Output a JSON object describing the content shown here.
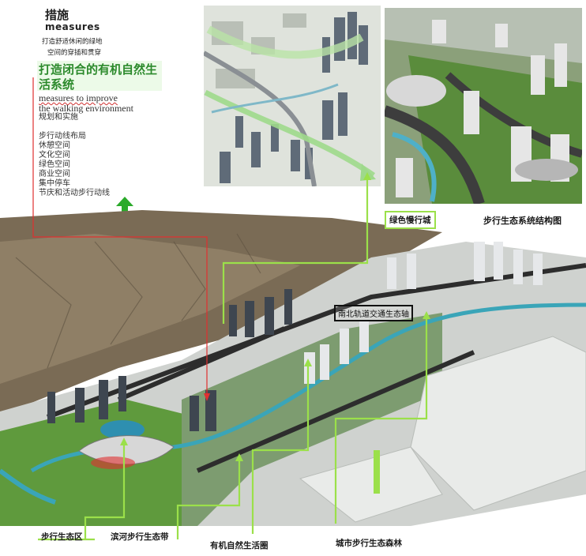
{
  "measures": {
    "title_cn": "措施",
    "title_en": "measures",
    "line1": "打造舒适休闲的绿地",
    "line2": "空间的穿插和贯穿",
    "headline": "打造闭合的有机自然生活系统",
    "en_line1": "measures to improve",
    "en_line2": "the walking environment",
    "plan_line": "规划和实施",
    "items": [
      "步行动线布局",
      "休憩空间",
      "文化空间",
      "绿色空间",
      "商业空间",
      "集中停车",
      "节庆和活动步行动线"
    ]
  },
  "diagram": {
    "title": "步行生态系统结构图",
    "slow_city": "绿色慢行城",
    "axis_label": "南北轨道交通生态轴",
    "zone": "步行生态区",
    "river_belt": "滨河步行生态带",
    "organic_circle": "有机自然生活圈",
    "forest": "城市步行生态森林"
  },
  "colors": {
    "accent_green": "#9be04a",
    "headline_green": "#2c8a2c",
    "arrow_green": "#2aaa2a",
    "red_line": "#e03030"
  }
}
